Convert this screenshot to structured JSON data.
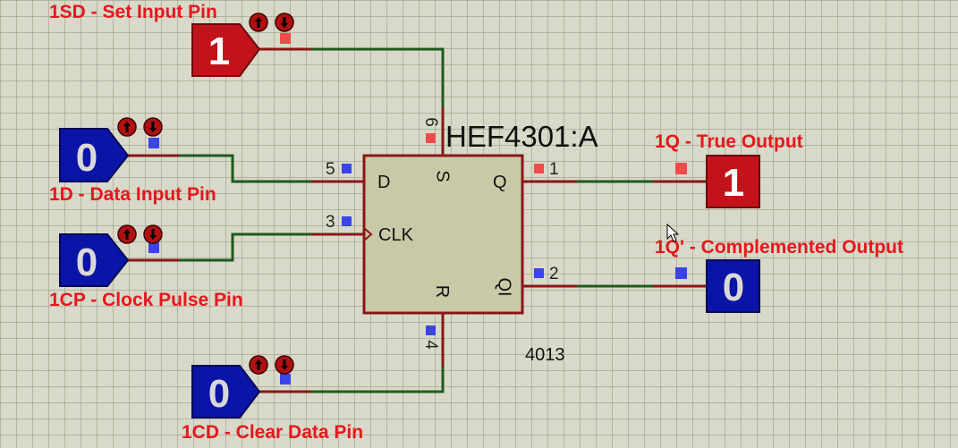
{
  "component": {
    "title": "HEF4301:A",
    "part_number": "4013",
    "pins": {
      "d": {
        "number": "5",
        "name": "D"
      },
      "clk": {
        "number": "3",
        "name": "CLK"
      },
      "s": {
        "number": "6",
        "name": "S"
      },
      "r": {
        "number": "4",
        "name": "R"
      },
      "q": {
        "number": "1",
        "name": "Q"
      },
      "qn": {
        "number": "2",
        "name": "QI"
      }
    }
  },
  "inputs": {
    "set": {
      "label": "1SD - Set Input Pin",
      "value": "1"
    },
    "data": {
      "label": "1D - Data Input Pin",
      "value": "0"
    },
    "clock": {
      "label": "1CP - Clock Pulse Pin",
      "value": "0"
    },
    "clear": {
      "label": "1CD - Clear Data Pin",
      "value": "0"
    }
  },
  "outputs": {
    "q": {
      "label": "1Q - True Output",
      "value": "1"
    },
    "qn": {
      "label": "1Q' - Complemented Output",
      "value": "0"
    }
  },
  "colors": {
    "logic_high": "#c2131a",
    "logic_low": "#0a14a6",
    "wire": "#1d5a1d",
    "pin_wire": "#8a1616",
    "chip_fill": "#c9c9a8",
    "chip_border": "#8a1616",
    "label": "#e8161c"
  }
}
